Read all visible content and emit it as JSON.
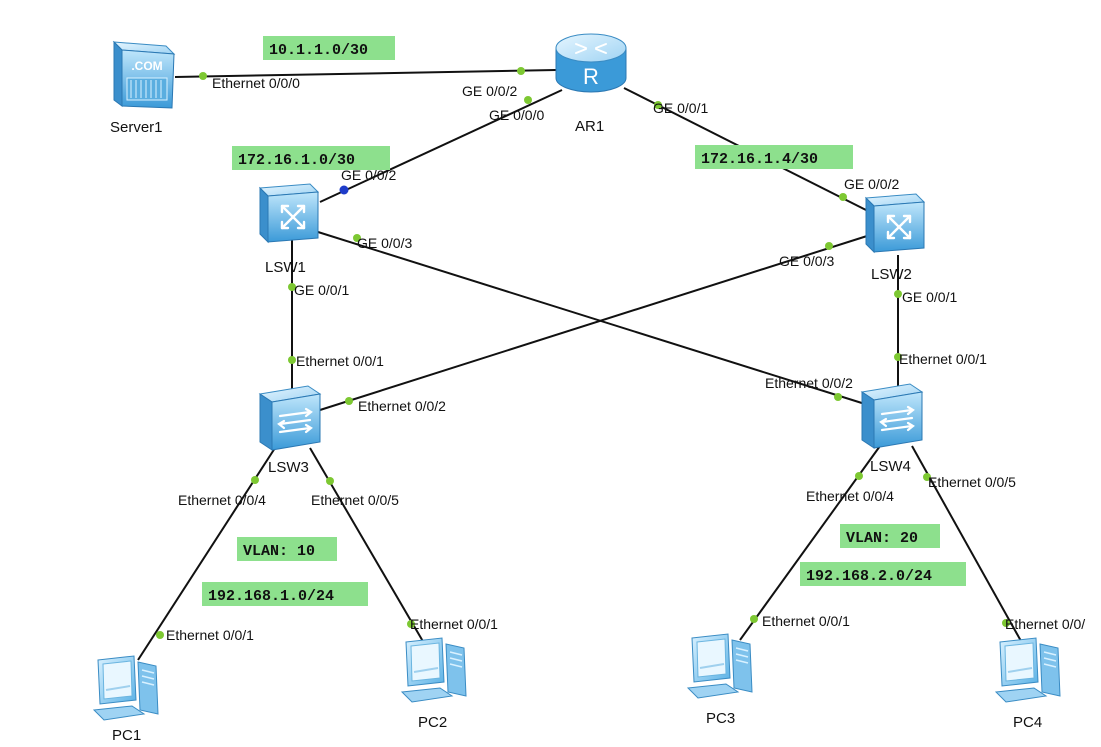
{
  "colors": {
    "label_bg": "#8de08d",
    "port_dot": "#7dc832",
    "selected_port_dot": "#1f3cc9",
    "device_blue": "#4ea8dc",
    "link": "#111111"
  },
  "nodes": {
    "server1": {
      "name": "Server1",
      "icon": "server-icon",
      "badge": ".COM"
    },
    "ar1": {
      "name": "AR1",
      "icon": "router-icon",
      "badge": "R"
    },
    "lsw1": {
      "name": "LSW1",
      "icon": "l3-switch-icon"
    },
    "lsw2": {
      "name": "LSW2",
      "icon": "l3-switch-icon"
    },
    "lsw3": {
      "name": "LSW3",
      "icon": "l2-switch-icon"
    },
    "lsw4": {
      "name": "LSW4",
      "icon": "l2-switch-icon"
    },
    "pc1": {
      "name": "PC1",
      "icon": "pc-icon"
    },
    "pc2": {
      "name": "PC2",
      "icon": "pc-icon"
    },
    "pc3": {
      "name": "PC3",
      "icon": "pc-icon"
    },
    "pc4": {
      "name": "PC4",
      "icon": "pc-icon"
    }
  },
  "ports": {
    "server1_eth000": "Ethernet 0/0/0",
    "ar1_ge002": "GE 0/0/2",
    "ar1_ge000": "GE 0/0/0",
    "ar1_ge001": "GE 0/0/1",
    "lsw1_ge002": "GE 0/0/2",
    "lsw1_ge003": "GE 0/0/3",
    "lsw1_ge001": "GE 0/0/1",
    "lsw2_ge002": "GE 0/0/2",
    "lsw2_ge003": "GE 0/0/3",
    "lsw2_ge001": "GE 0/0/1",
    "lsw3_eth001": "Ethernet 0/0/1",
    "lsw3_eth002": "Ethernet 0/0/2",
    "lsw3_eth004": "Ethernet 0/0/4",
    "lsw3_eth005": "Ethernet 0/0/5",
    "lsw4_eth001": "Ethernet 0/0/1",
    "lsw4_eth002": "Ethernet 0/0/2",
    "lsw4_eth004": "Ethernet 0/0/4",
    "lsw4_eth005": "Ethernet 0/0/5",
    "pc1_eth001": "Ethernet 0/0/1",
    "pc2_eth001": "Ethernet 0/0/1",
    "pc3_eth001": "Ethernet 0/0/1",
    "pc4_eth001": "Ethernet 0/0/"
  },
  "networks": {
    "server_link": "10.1.1.0/30",
    "lsw1_link": "172.16.1.0/30",
    "lsw2_link": "172.16.1.4/30",
    "vlan10": "VLAN: 10",
    "vlan10_net": "192.168.1.0/24",
    "vlan20": "VLAN: 20",
    "vlan20_net": "192.168.2.0/24"
  }
}
